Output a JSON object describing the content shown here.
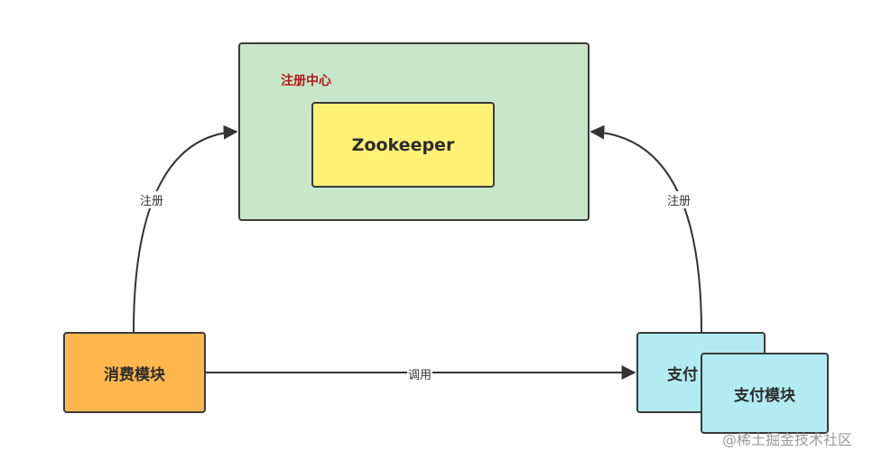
{
  "registry": {
    "title": "注册中心",
    "inner": "Zookeeper"
  },
  "consumer": {
    "label": "消费模块"
  },
  "payment": {
    "back_label": "支付",
    "front_label": "支付模块"
  },
  "edges": {
    "consumer_register": "注册",
    "payment_register": "注册",
    "call": "调用"
  },
  "watermark": "@稀土掘金技术社区",
  "colors": {
    "registry_fill": "#c8e6c9",
    "zookeeper_fill": "#fff176",
    "consumer_fill": "#ffb74d",
    "payment_fill": "#b2ebf2",
    "registry_title": "#b01818"
  }
}
